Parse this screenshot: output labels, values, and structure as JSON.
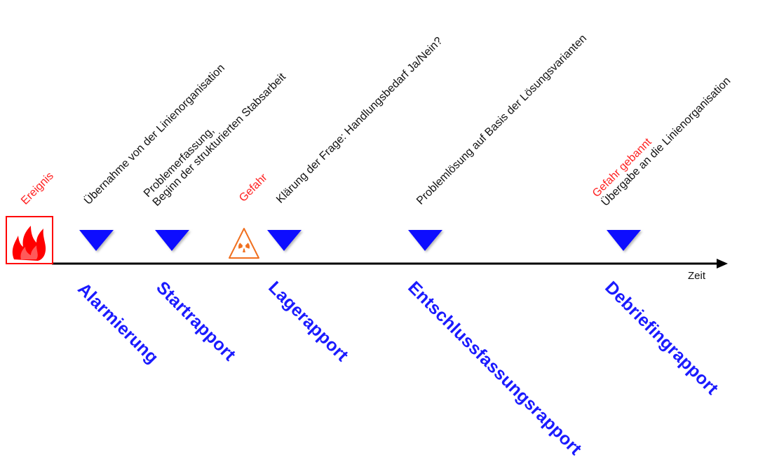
{
  "timeline": {
    "axis_label": "Zeit",
    "event_label": "Ereignis",
    "hazard_label": "Gefahr",
    "hazard_cleared_label": "Gefahr gebannt",
    "annotations": {
      "alarm": "Übernahme von der Linienorganisation",
      "start_line1": "Problemerfassung,",
      "start_line2": "Beginn der strukturierten Stabsarbeit",
      "lage": "Klärung der Frage: Handlungsbedarf  Ja/Nein?",
      "entschluss": "Problemlösung auf Basis der Lösungsvarianten",
      "debriefing": "Übergabe an die Linienorganisation"
    },
    "phases": {
      "alarm": "Alarmierung",
      "start": "Startrapport",
      "lage": "Lagerapport",
      "entschluss": "Entschlussfassungsrapport",
      "debriefing": "Debriefingrapport"
    }
  },
  "colors": {
    "marker": "#1010ff",
    "phase_text": "#1a1aff",
    "alert_text": "#ff2020",
    "hazard_icon": "#f07020",
    "fire_icon": "#ff0000"
  }
}
